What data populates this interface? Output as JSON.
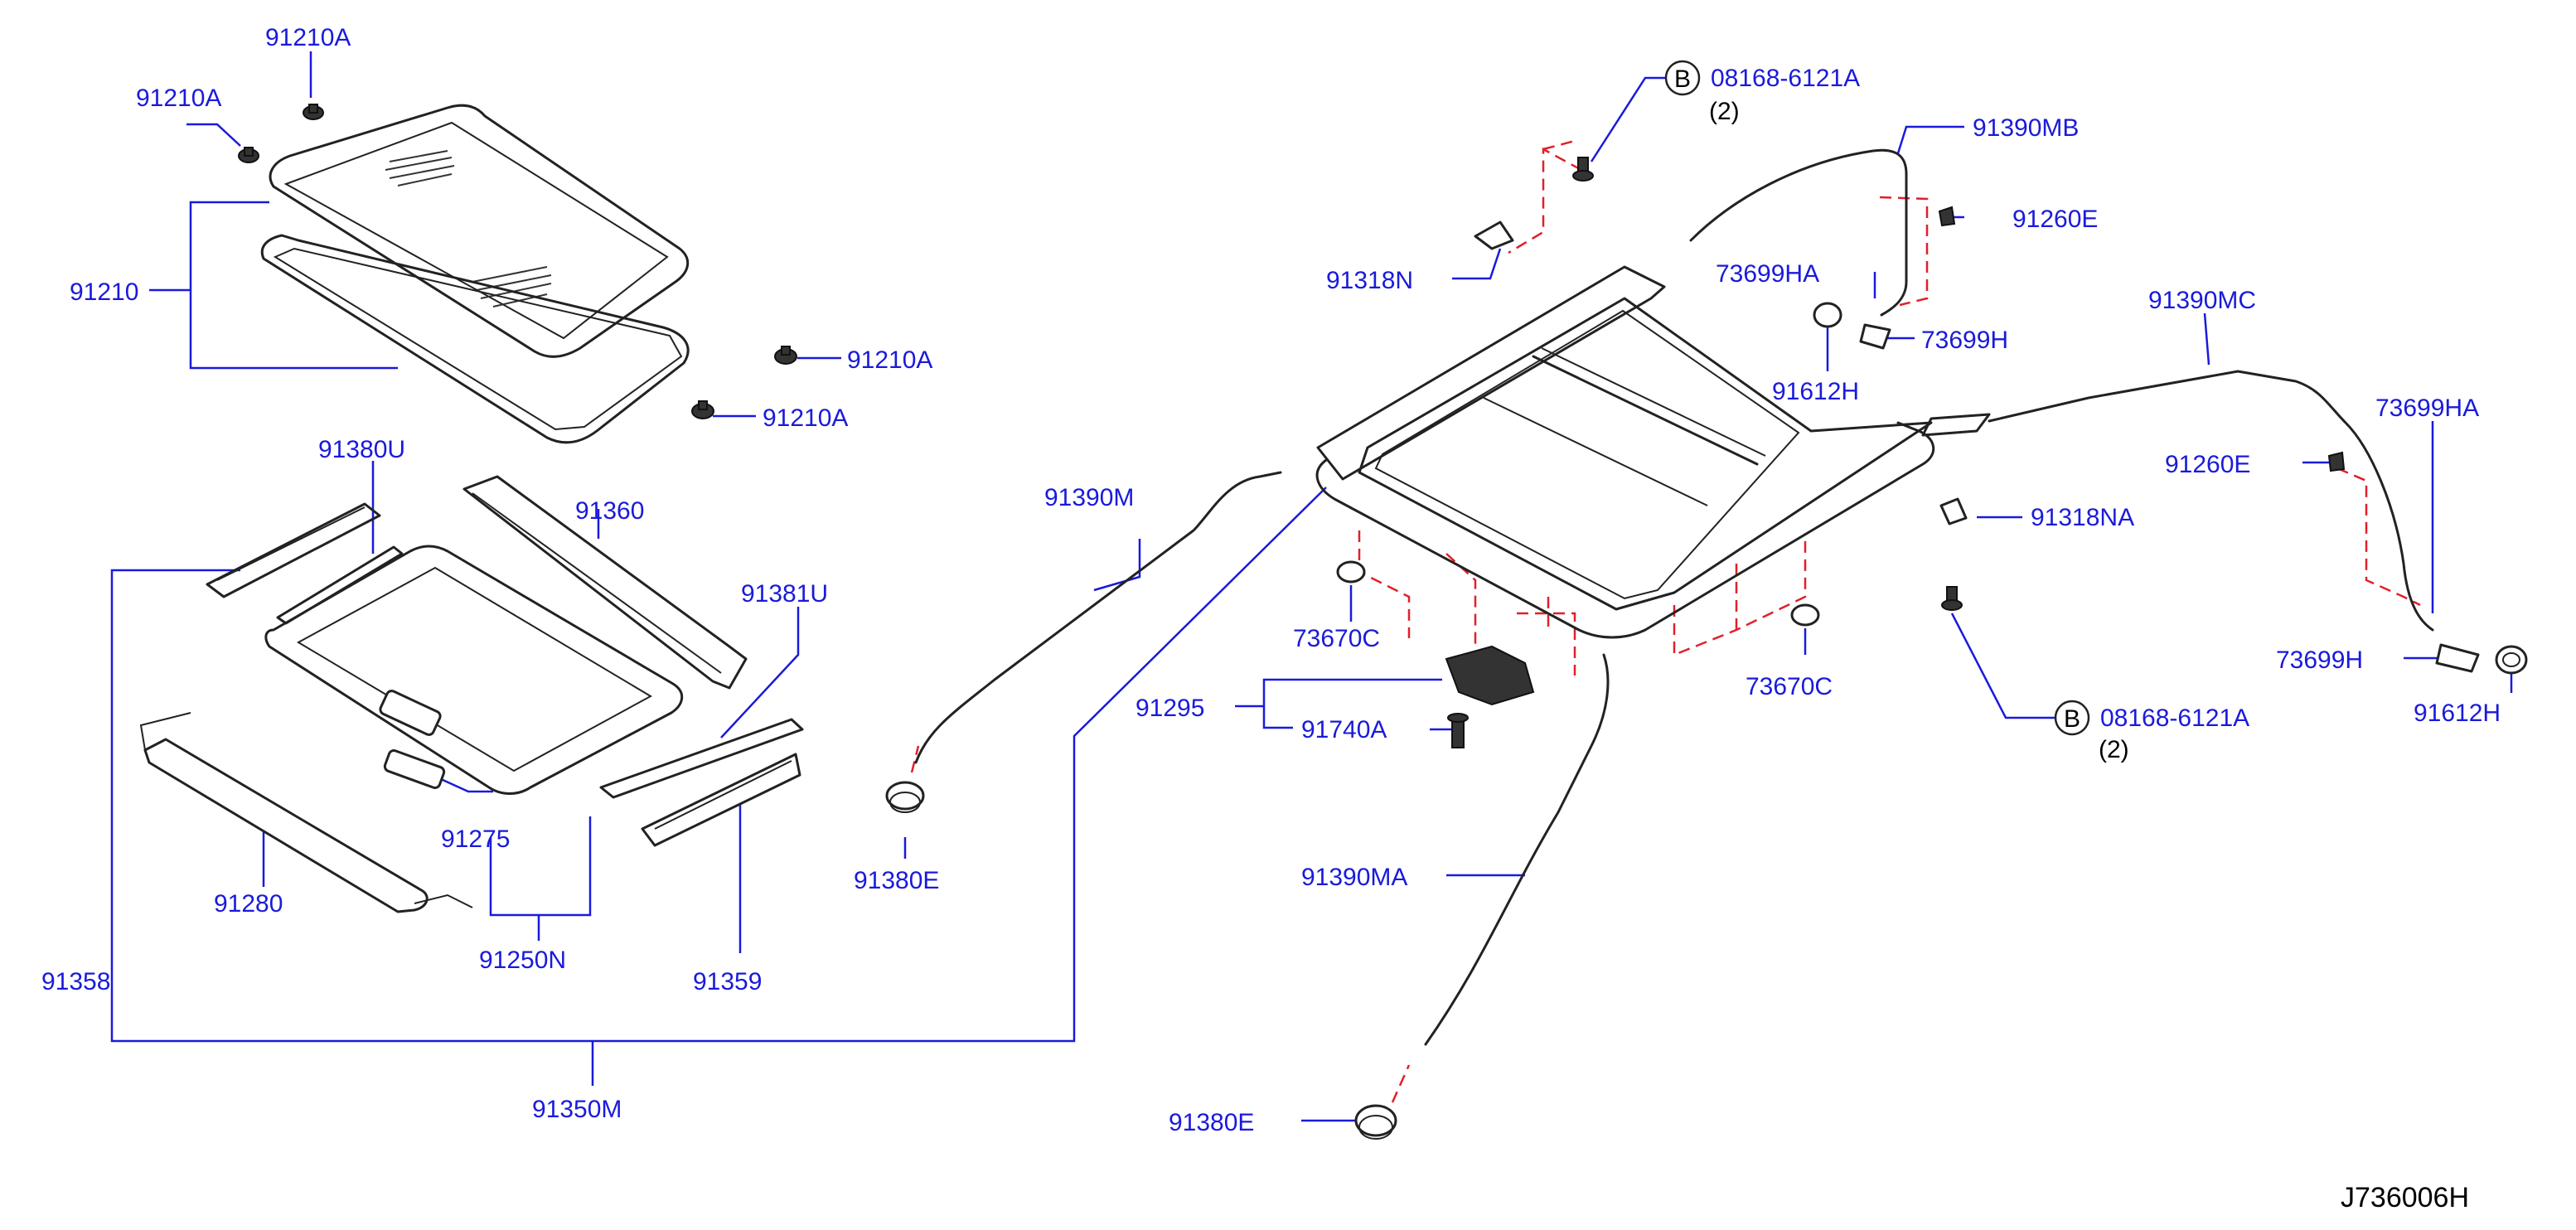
{
  "colors": {
    "label": "#1a1adb",
    "leader": "#1a1adb",
    "dashed": "#e0202a",
    "part": "#222222"
  },
  "labels": {
    "p91210A_1": "91210A",
    "p91210A_2": "91210A",
    "p91210A_3": "91210A",
    "p91210A_4": "91210A",
    "p91210": "91210",
    "p91380U": "91380U",
    "p91360": "91360",
    "p91381U": "91381U",
    "p91358": "91358",
    "p91275": "91275",
    "p91280": "91280",
    "p91250N": "91250N",
    "p91359": "91359",
    "p91350M": "91350M",
    "p91390M": "91390M",
    "p91380E_1": "91380E",
    "p91295": "91295",
    "p91740A": "91740A",
    "p73670C_1": "73670C",
    "p73670C_2": "73670C",
    "p91390MA": "91390MA",
    "p91380E_2": "91380E",
    "p91318N": "91318N",
    "bolt_top": "08168-6121A",
    "bolt_top_qty": "(2)",
    "bolt_top_badge": "B",
    "p91390MB": "91390MB",
    "p91260E_1": "91260E",
    "p73699HA_1": "73699HA",
    "p73699H_1": "73699H",
    "p91612H_1": "91612H",
    "p91390MC": "91390MC",
    "p73699HA_2": "73699HA",
    "p91260E_2": "91260E",
    "p91318NA": "91318NA",
    "p73699H_2": "73699H",
    "p91612H_2": "91612H",
    "bolt_bottom": "08168-6121A",
    "bolt_bottom_qty": "(2)",
    "bolt_bottom_badge": "B"
  },
  "diagram_code": "J736006H"
}
